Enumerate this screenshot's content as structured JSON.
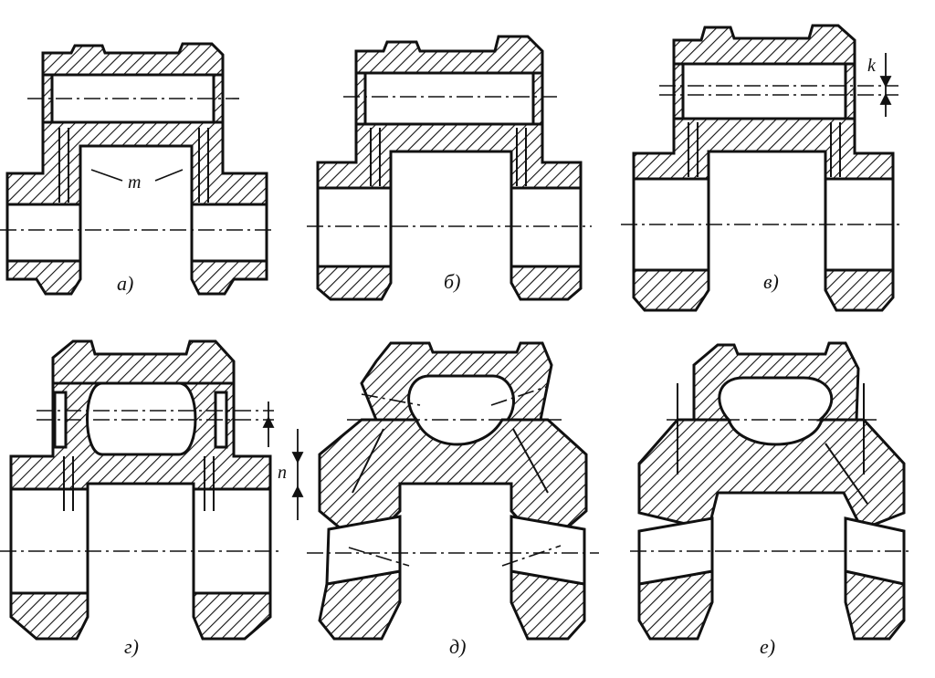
{
  "figure": {
    "panel_labels": [
      "а)",
      "б)",
      "в)",
      "г)",
      "д)",
      "е)"
    ],
    "annotations": {
      "m": "m",
      "k": "k",
      "n": "n"
    },
    "colors": {
      "ink": "#111111",
      "paper": "#ffffff"
    }
  }
}
